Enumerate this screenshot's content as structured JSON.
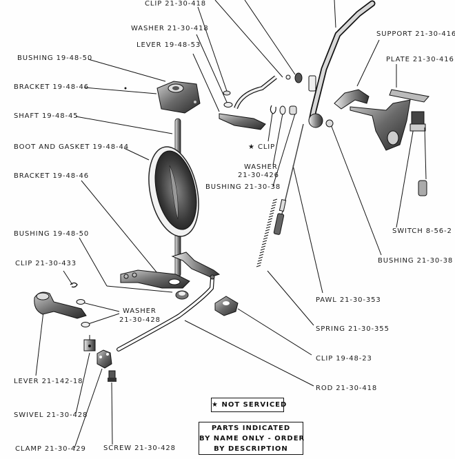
{
  "diagram": {
    "title": "Shift lever and linkage exploded parts view",
    "labels": {
      "clip_top": "CLIP 21-30-418",
      "washer_top": "WASHER 21-30-418",
      "lever_top": "LEVER 19-48-53",
      "bushing_top": "BUSHING 19-48-50",
      "bracket_top": "BRACKET 19-48-46",
      "shaft": "SHAFT 19-48-45",
      "boot": "BOOT AND GASKET 19-48-44",
      "bracket_mid": "BRACKET 19-48-46",
      "bushing_mid": "BUSHING 19-48-50",
      "clip_433": "CLIP 21-30-433",
      "washer_428_l1": "WASHER",
      "washer_428_l2": "21-30-428",
      "lever_bottom": "LEVER 21-142-18",
      "swivel": "SWIVEL 21-30-428",
      "clamp": "CLAMP 21-30-429",
      "screw": "SCREW 21-30-428",
      "support": "SUPPORT 21-30-416",
      "plate": "PLATE 21-30-416",
      "star_clip": "★ CLIP",
      "washer_426_l1": "WASHER",
      "washer_426_l2": "21-30-426",
      "bushing_38_mid": "BUSHING 21-30-38",
      "switch": "SWITCH 8-56-2",
      "bushing_38_right": "BUSHING 21-30-38",
      "pawl": "PAWL 21-30-353",
      "spring": "SPRING 21-30-355",
      "clip_23": "CLIP 19-48-23",
      "rod": "ROD 21-30-418"
    },
    "notes": {
      "not_serviced": "★ NOT SERVICED",
      "parts_indicated": [
        "PARTS INDICATED",
        "BY NAME ONLY - ORDER",
        "BY DESCRIPTION"
      ]
    }
  }
}
